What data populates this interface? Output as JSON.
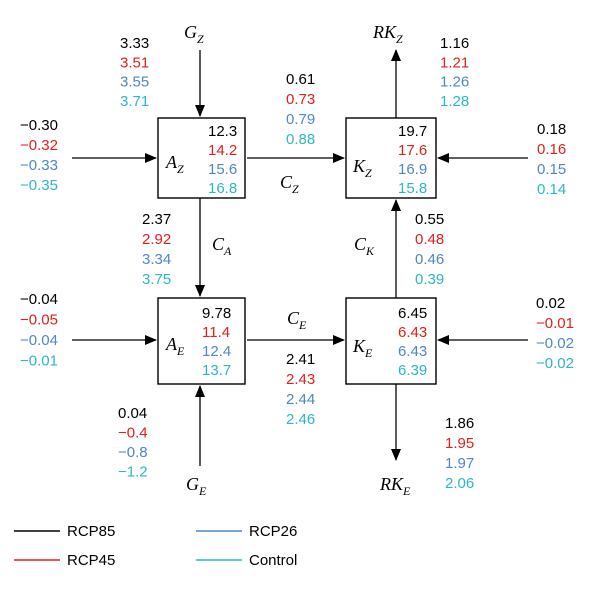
{
  "colors": {
    "RCP85": "#000000",
    "RCP45": "#e0201b",
    "RCP26": "#4f86c6",
    "Control": "#2db5c8"
  },
  "scenario_order": [
    "RCP85",
    "RCP45",
    "RCP26",
    "Control"
  ],
  "boxes": {
    "AZ": {
      "label": "A",
      "sub": "Z",
      "values": [
        "12.3",
        "14.2",
        "15.6",
        "16.8"
      ]
    },
    "KZ": {
      "label": "K",
      "sub": "Z",
      "values": [
        "19.7",
        "17.6",
        "16.9",
        "15.8"
      ]
    },
    "AE": {
      "label": "A",
      "sub": "E",
      "values": [
        "9.78",
        "11.4",
        "12.4",
        "13.7"
      ]
    },
    "KE": {
      "label": "K",
      "sub": "E",
      "values": [
        "6.45",
        "6.43",
        "6.43",
        "6.39"
      ]
    }
  },
  "flows": {
    "GZ": {
      "label": "G",
      "sub": "Z",
      "values": [
        "3.33",
        "3.51",
        "3.55",
        "3.71"
      ]
    },
    "RKZ": {
      "label": "RK",
      "sub": "Z",
      "values": [
        "1.16",
        "1.21",
        "1.26",
        "1.28"
      ]
    },
    "CZ": {
      "label": "C",
      "sub": "Z",
      "values": [
        "0.61",
        "0.73",
        "0.79",
        "0.88"
      ]
    },
    "AZ_in": {
      "values": [
        "−0.30",
        "−0.32",
        "−0.33",
        "−0.35"
      ]
    },
    "KZ_in": {
      "values": [
        "0.18",
        "0.16",
        "0.15",
        "0.14"
      ]
    },
    "CA": {
      "label": "C",
      "sub": "A",
      "values": [
        "2.37",
        "2.92",
        "3.34",
        "3.75"
      ]
    },
    "CK": {
      "label": "C",
      "sub": "K",
      "values": [
        "0.55",
        "0.48",
        "0.46",
        "0.39"
      ]
    },
    "AE_in": {
      "values": [
        "−0.04",
        "−0.05",
        "−0.04",
        "−0.01"
      ]
    },
    "CE": {
      "label": "C",
      "sub": "E",
      "values": [
        "2.41",
        "2.43",
        "2.44",
        "2.46"
      ]
    },
    "KE_in": {
      "values": [
        "0.02",
        "−0.01",
        "−0.02",
        "−0.02"
      ]
    },
    "GE": {
      "label": "G",
      "sub": "E",
      "values": [
        "0.04",
        "−0.4",
        "−0.8",
        "−1.2"
      ]
    },
    "RKE": {
      "label": "RK",
      "sub": "E",
      "values": [
        "1.86",
        "1.95",
        "1.97",
        "2.06"
      ]
    }
  },
  "legend": [
    {
      "name": "RCP85",
      "color_key": "RCP85"
    },
    {
      "name": "RCP45",
      "color_key": "RCP45"
    },
    {
      "name": "RCP26",
      "color_key": "RCP26"
    },
    {
      "name": "Control",
      "color_key": "Control"
    }
  ]
}
